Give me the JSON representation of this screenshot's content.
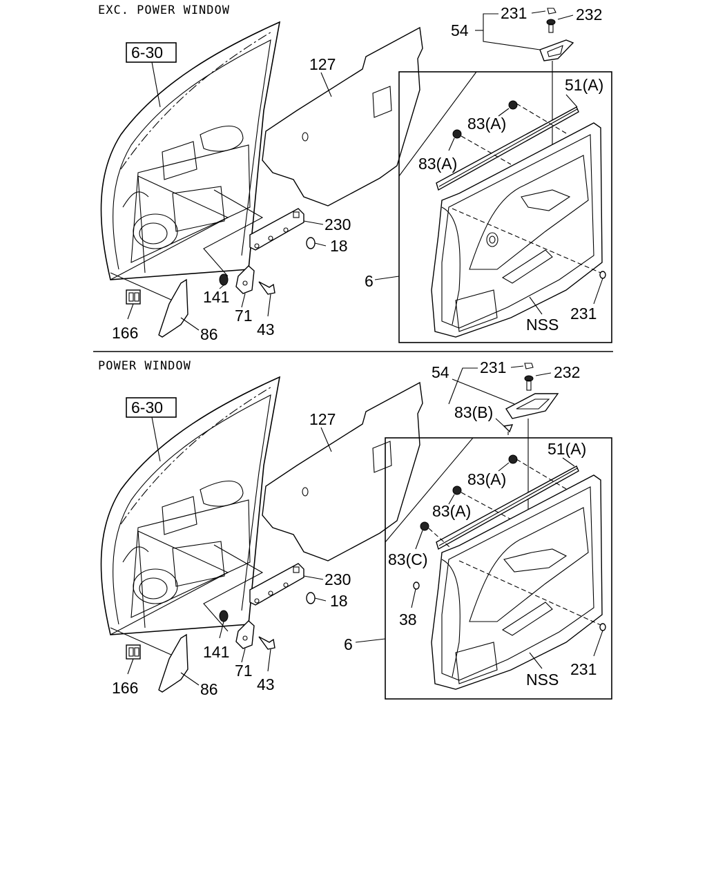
{
  "sections": [
    {
      "title": "EXC. POWER WINDOW",
      "ref": "6-30",
      "labels": {
        "p231_top": "231",
        "p232": "232",
        "p54": "54",
        "p127": "127",
        "p51A": "51(A)",
        "p83A_1": "83(A)",
        "p83A_2": "83(A)",
        "p230": "230",
        "p18": "18",
        "p6": "6",
        "p141": "141",
        "p71": "71",
        "p43": "43",
        "p166": "166",
        "p86": "86",
        "nss": "NSS",
        "p231_bot": "231"
      }
    },
    {
      "title": "POWER WINDOW",
      "ref": "6-30",
      "labels": {
        "p231_top": "231",
        "p232": "232",
        "p54": "54",
        "p83B": "83(B)",
        "p127": "127",
        "p51A": "51(A)",
        "p83A_1": "83(A)",
        "p83A_2": "83(A)",
        "p83C": "83(C)",
        "p38": "38",
        "p230": "230",
        "p18": "18",
        "p6": "6",
        "p141": "141",
        "p71": "71",
        "p43": "43",
        "p166": "166",
        "p86": "86",
        "nss": "NSS",
        "p231_bot": "231"
      }
    }
  ]
}
